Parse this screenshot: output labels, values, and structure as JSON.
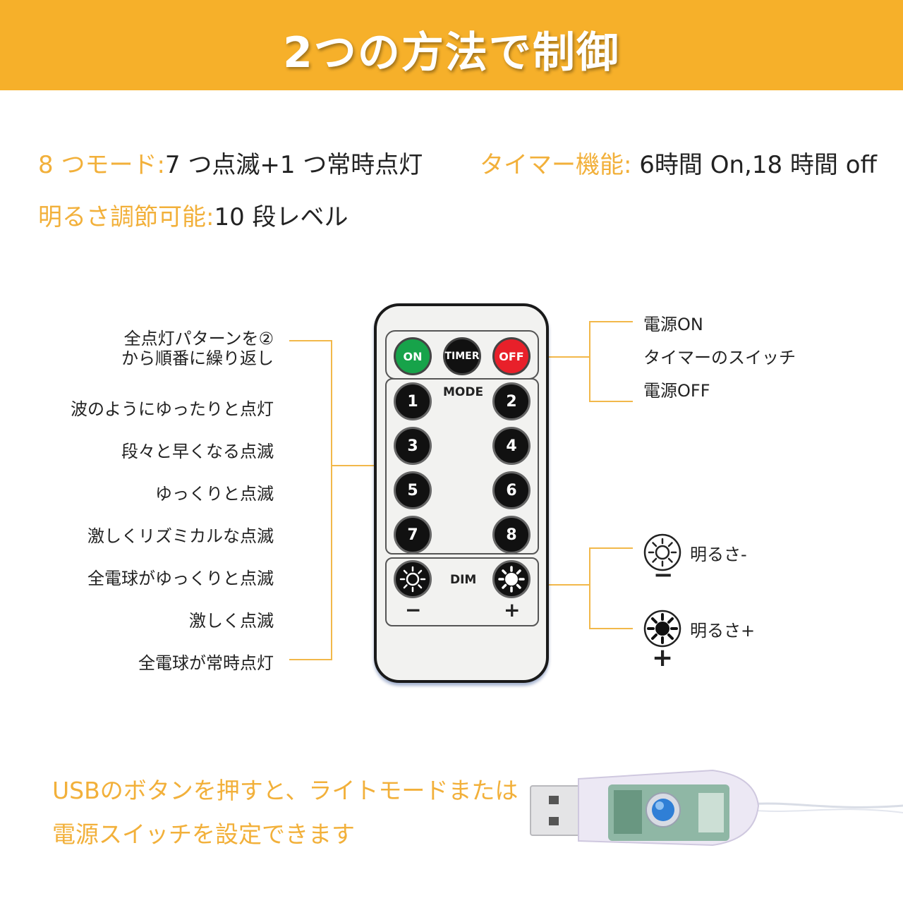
{
  "header": {
    "title": "2つの方法で制御"
  },
  "features": {
    "modes_key": "8 つモード:",
    "modes_val": "7 つ点滅+1 つ常時点灯",
    "timer_key": "タイマー機能:",
    "timer_val": "6時間 On,18 時間 off",
    "dim_key": "明るさ調節可能:",
    "dim_val": "10 段レベル"
  },
  "left_labels": {
    "mode1_line1": "全点灯パターンを②",
    "mode1_line2": "から順番に繰り返し",
    "mode2": "波のようにゆったりと点灯",
    "mode3": "段々と早くなる点滅",
    "mode4": "ゆっくりと点滅",
    "mode5": "激しくリズミカルな点滅",
    "mode6": "全電球がゆっくりと点滅",
    "mode7": "激しく点滅",
    "mode8": "全電球が常時点灯"
  },
  "right_labels": {
    "power_on": "電源ON",
    "timer_switch": "タイマーのスイッチ",
    "power_off": "電源OFF",
    "brightness_down": "明るさ-",
    "minus_sign": "−",
    "brightness_up": "明るさ+",
    "plus_sign": "+"
  },
  "remote": {
    "on_label": "ON",
    "timer_label": "TIMER",
    "off_label": "OFF",
    "mode_label": "MODE",
    "buttons": [
      "1",
      "2",
      "3",
      "4",
      "5",
      "6",
      "7",
      "8"
    ],
    "dim_label": "DIM",
    "dim_minus": "−",
    "dim_plus": "+"
  },
  "bottom": {
    "line1": "USBのボタンを押すと、ライトモードまたは",
    "line2": "電源スイッチを設定できます"
  },
  "colors": {
    "accent": "#f6b02a",
    "on_button": "#17a34a",
    "off_button": "#e8202a"
  },
  "icons": [
    "sun-outline-icon",
    "sun-filled-icon",
    "usb-controller-image"
  ]
}
